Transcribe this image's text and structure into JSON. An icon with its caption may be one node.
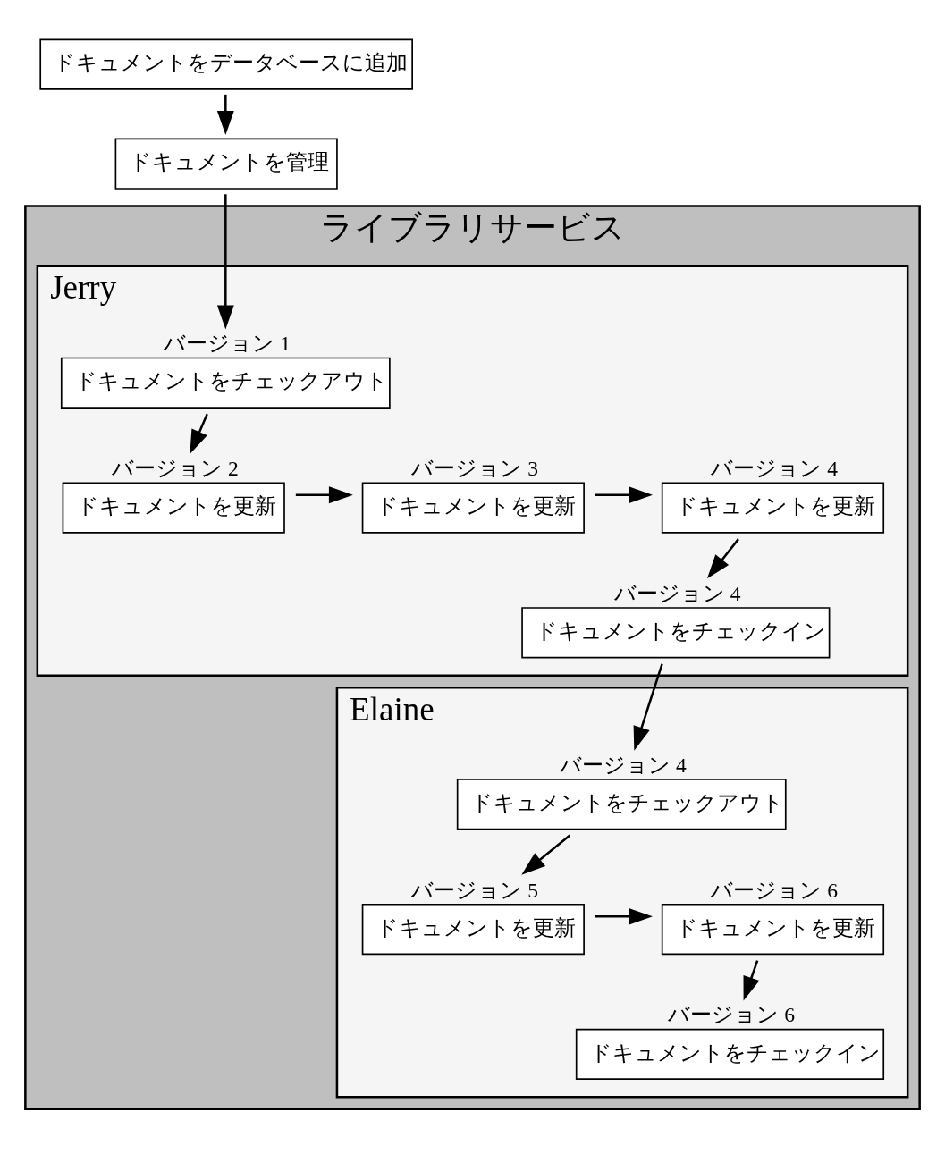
{
  "diagram": {
    "nodes": [
      {
        "text": [
          "ドキュメントをデータベースに追加"
        ]
      },
      {
        "text": [
          "ドキュメントを管理"
        ]
      },
      {
        "text": [
          "ライブラリサービス"
        ]
      },
      {
        "text": [
          "Jerry"
        ],
        "in": 2
      },
      {
        "text": [
          "ドキュメントをチェックアウト"
        ],
        "beside": [
          "バージョン 1"
        ],
        "in": 3
      },
      {
        "text": [
          "ドキュメントを更新"
        ],
        "beside": [
          "バージョン 2"
        ],
        "in": 3
      },
      {
        "text": [
          "ドキュメントを更新"
        ],
        "beside": [
          "バージョン 3"
        ],
        "in": 3
      },
      {
        "text": [
          "ドキュメントを更新"
        ],
        "beside": [
          "バージョン 4"
        ],
        "in": 3
      },
      {
        "text": [
          "ドキュメントをチェックイン"
        ],
        "beside": [
          "バージョン 4"
        ],
        "in": 3
      },
      {
        "text": [
          "Elaine"
        ],
        "in": 2
      },
      {
        "text": [
          "ドキュメントをチェックアウト"
        ],
        "beside": [
          "バージョン 4"
        ],
        "in": 9
      },
      {
        "text": [
          "ドキュメントを更新"
        ],
        "beside": [
          "バージョン 5"
        ],
        "in": 9
      },
      {
        "text": [
          "ドキュメントを更新"
        ],
        "beside": [
          "バージョン 6"
        ],
        "in": 9
      },
      {
        "text": [
          "ドキュメントをチェックイン"
        ],
        "beside": [
          "バージョン 6"
        ],
        "in": 9
      }
    ],
    "edges": [
      {
        "from": 0,
        "to": 1,
        "arrow": "to"
      },
      {
        "from": 1,
        "to": 4,
        "arrow": "to"
      },
      {
        "from": 4,
        "to": 5,
        "arrow": "to"
      },
      {
        "from": 5,
        "to": 6,
        "arrow": "to"
      },
      {
        "from": 6,
        "to": 7,
        "arrow": "to"
      },
      {
        "from": 7,
        "to": 8,
        "arrow": "to"
      },
      {
        "from": 8,
        "to": 10,
        "arrow": "to"
      },
      {
        "from": 10,
        "to": 11,
        "arrow": "to"
      },
      {
        "from": 11,
        "to": 12,
        "arrow": "to"
      },
      {
        "from": 12,
        "to": 13,
        "arrow": "to"
      }
    ]
  }
}
